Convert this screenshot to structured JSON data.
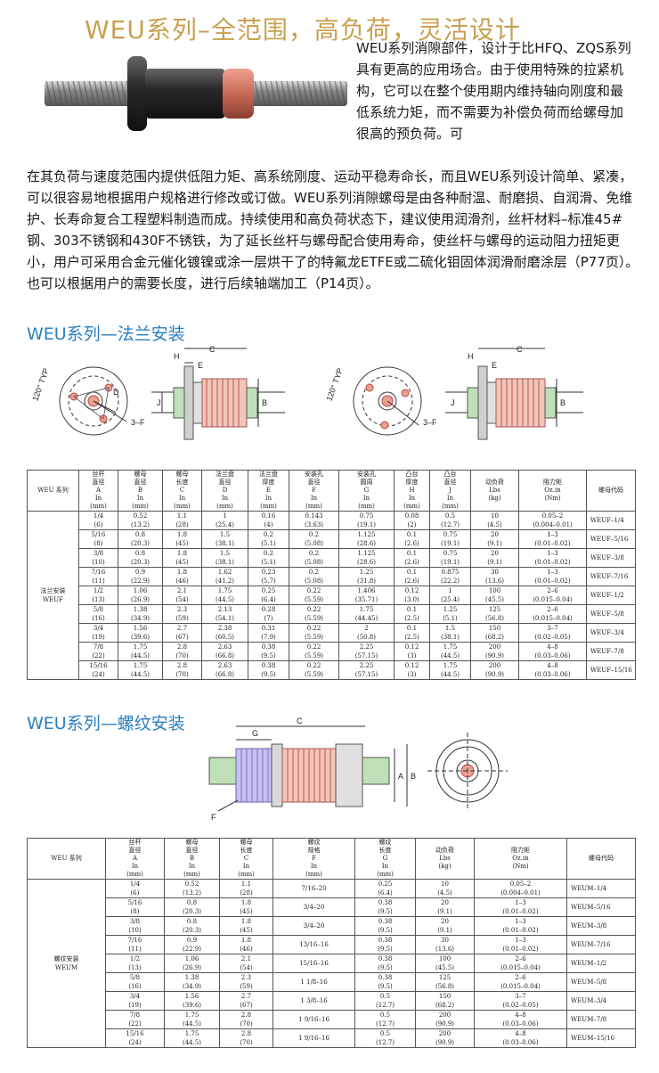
{
  "title": "WEU系列–全范围，高负荷，灵活设计",
  "intro_side": "WEU系列消隙部件，设计于比HFQ、ZQS系列具有更高的应用场合。由于使用特殊的拉紧机构，它可以在整个使用期内维持轴向刚度和最低系统力矩，而不需要为补偿负荷而给螺母加很高的预负荷。可",
  "intro_full": "在其负荷与速度范围内提供低阻力矩、高系统刚度、运动平稳寿命长，而且WEU系列设计简单、紧凑，可以很容易地根据用户规格进行修改或订做。WEU系列消隙螺母是由各种耐温、耐磨损、自润滑、免维护、长寿命复合工程塑料制造而成。持续使用和高负荷状态下，建议使用润滑剂，丝杆材料–标准45#钢、303不锈钢和430F不锈铁，为了延长丝杆与螺母配合使用寿命，使丝杆与螺母的运动阻力扭矩更小，用户可采用合金元催化镀镍或涂一层烘干了的特氟龙ETFE或二硫化钼固体润滑耐磨涂层（P77页）。          也可以根据用户的需要长度，进行后续轴端加工（P14页）。",
  "section1": "WEU系列—法兰安装",
  "section2": "WEU系列—螺纹安装",
  "fig_labels": {
    "C": "C",
    "H": "H",
    "E": "E",
    "D": "D",
    "J": "J",
    "B": "B",
    "A": "A",
    "F3": "3–F",
    "G": "G",
    "F": "F",
    "typ": "120° TYP"
  },
  "table1": {
    "series_label": "WEU 系列",
    "headers": [
      [
        "丝杆",
        "直径",
        "A",
        "In",
        "(mm)"
      ],
      [
        "螺母",
        "直径",
        "B",
        "In",
        "(mm)"
      ],
      [
        "螺母",
        "长度",
        "C",
        "In",
        "(mm)"
      ],
      [
        "法兰盘",
        "直径",
        "D",
        "In",
        "(mm)"
      ],
      [
        "法兰盘",
        "厚度",
        "E",
        "In",
        "(mm)"
      ],
      [
        "安装孔",
        "直径",
        "F",
        "In",
        "(mm)"
      ],
      [
        "安装孔",
        "圆周",
        "G",
        "In",
        "(mm)"
      ],
      [
        "凸台",
        "厚度",
        "H",
        "In",
        "(mm)"
      ],
      [
        "凸台",
        "直径",
        "J",
        "In",
        "(mm)"
      ],
      [
        "动负荷",
        "",
        "",
        "Lbs",
        "(kg)"
      ],
      [
        "阻力矩",
        "",
        "",
        "Oz.in",
        "(Nm)"
      ]
    ],
    "code_header": "螺母代码",
    "group_label": [
      "法兰安装",
      "WEUF"
    ],
    "rows": [
      [
        "1/4",
        "(6)",
        "0.52",
        "(13.2)",
        "1.1",
        "(28)",
        "1",
        "(25.4)",
        "0.16",
        "(4)",
        "0.143",
        "(3.63)",
        "0.75",
        "(19.1)",
        "0.08",
        "(2)",
        "0.5",
        "(12.7)",
        "10",
        "(4.5)",
        "0.05–2",
        "(0.004–0.01)",
        "WEUF–1/4"
      ],
      [
        "5/16",
        "(8)",
        "0.8",
        "(20.3)",
        "1.8",
        "(45)",
        "1.5",
        "(38.1)",
        "0.2",
        "(5.1)",
        "0.2",
        "(5.08)",
        "1.125",
        "(28.6)",
        "0.1",
        "(2.6)",
        "0.75",
        "(19.1)",
        "20",
        "(9.1)",
        "1–3",
        "(0.01–0.02)",
        "WEUF–5/16"
      ],
      [
        "3/8",
        "(10)",
        "0.8",
        "(20.3)",
        "1.8",
        "(45)",
        "1.5",
        "(38.1)",
        "0.2",
        "(5.1)",
        "0.2",
        "(5.08)",
        "1.125",
        "(28.6)",
        "0.1",
        "(2.6)",
        "0.75",
        "(19.1)",
        "20",
        "(9.1)",
        "1–3",
        "(0.01–0.02)",
        "WEUF–3/8"
      ],
      [
        "7/16",
        "(11)",
        "0.9",
        "(22.9)",
        "1.8",
        "(46)",
        "1.62",
        "(41.2)",
        "0.23",
        "(5.7)",
        "0.2",
        "(5.08)",
        "1.25",
        "(31.8)",
        "0.1",
        "(2.6)",
        "0.875",
        "(22.2)",
        "30",
        "(13.6)",
        "1–3",
        "(0.01–0.02)",
        "WEUF–7/16"
      ],
      [
        "1/2",
        "(13)",
        "1.06",
        "(26.9)",
        "2.1",
        "(54)",
        "1.75",
        "(44.5)",
        "0.25",
        "(6.4)",
        "0.22",
        "(5.59)",
        "1.406",
        "(35.71)",
        "0.12",
        "(3.0)",
        "1",
        "(25.4)",
        "100",
        "(45.5)",
        "2–6",
        "(0.015–0.04)",
        "WEUF–1/2"
      ],
      [
        "5/8",
        "(16)",
        "1.38",
        "(34.9)",
        "2.3",
        "(59)",
        "2.13",
        "(54.1)",
        "0.28",
        "(7)",
        "0.22",
        "(5.59)",
        "1.75",
        "(44.45)",
        "0.1",
        "(2.5)",
        "1.25",
        "(5.1)",
        "125",
        "(56.8)",
        "2–6",
        "(0.015–0.04)",
        "WEUF–5/8"
      ],
      [
        "3/4",
        "(19)",
        "1.56",
        "(39.6)",
        "2.7",
        "(67)",
        "2.38",
        "(60.5)",
        "0.31",
        "(7.9)",
        "0.22",
        "(5.59)",
        "2",
        "(50.8)",
        "0.1",
        "(2.5)",
        "1.5",
        "(38.1)",
        "150",
        "(68.2)",
        "3–7",
        "(0.02–0.05)",
        "WEUF–3/4"
      ],
      [
        "7/8",
        "(22)",
        "1.75",
        "(44.5)",
        "2.8",
        "(70)",
        "2.63",
        "(66.8)",
        "0.38",
        "(9.5)",
        "0.22",
        "(5.59)",
        "2.25",
        "(57.15)",
        "0.12",
        "(3)",
        "1.75",
        "(44.5)",
        "200",
        "(90.9)",
        "4–8",
        "(0.03–0.06)",
        "WEUF–7/8"
      ],
      [
        "15/16",
        "(24)",
        "1.75",
        "(44.5)",
        "2.8",
        "(70)",
        "2.63",
        "(66.8)",
        "0.38",
        "(9.5)",
        "0.22",
        "(5.59)",
        "2.25",
        "(57.15)",
        "0.12",
        "(3)",
        "1.75",
        "(44.5)",
        "200",
        "(90.9)",
        "4–8",
        "(0.03–0.06)",
        "WEUF–15/16"
      ]
    ]
  },
  "table2": {
    "series_label": "WEU 系列",
    "headers": [
      [
        "丝杆",
        "直径",
        "A",
        "In",
        "(mm)"
      ],
      [
        "螺母",
        "直径",
        "B",
        "In",
        "(mm)"
      ],
      [
        "螺母",
        "长度",
        "C",
        "In",
        "(mm)"
      ],
      [
        "螺纹",
        "规格",
        "F",
        "In",
        "(mm)"
      ],
      [
        "螺纹",
        "长度",
        "G",
        "In",
        "(mm)"
      ],
      [
        "动负荷",
        "",
        "",
        "Lbs",
        "(kg)"
      ],
      [
        "阻力矩",
        "",
        "",
        "Oz.in",
        "(Nm)"
      ]
    ],
    "code_header": "螺母代码",
    "group_label": [
      "螺纹安装",
      "WEUM"
    ],
    "rows": [
      [
        "1/4",
        "(6)",
        "0.52",
        "(13.2)",
        "1.1",
        "(28)",
        "7/16–20",
        "0.25",
        "(6.4)",
        "10",
        "(4.5)",
        "0.05–2",
        "(0.004–0.01)",
        "WEUM–1/4"
      ],
      [
        "5/16",
        "(8)",
        "0.8",
        "(20.3)",
        "1.8",
        "(45)",
        "3/4–20",
        "0.38",
        "(9.5)",
        "20",
        "(9.1)",
        "1–3",
        "(0.01–0.02)",
        "WEUM–5/16"
      ],
      [
        "3/8",
        "(10)",
        "0.8",
        "(20.3)",
        "1.8",
        "(45)",
        "3/4–20",
        "0.38",
        "(9.5)",
        "20",
        "(9.1)",
        "1–3",
        "(0.01–0.02)",
        "WEUM–3/8"
      ],
      [
        "7/16",
        "(11)",
        "0.9",
        "(22.9)",
        "1.8",
        "(46)",
        "13/16–16",
        "0.38",
        "(9.5)",
        "30",
        "(13.6)",
        "1–3",
        "(0.01–0.02)",
        "WEUM–7/16"
      ],
      [
        "1/2",
        "(13)",
        "1.06",
        "(26.9)",
        "2.1",
        "(54)",
        "15/16–16",
        "0.38",
        "(9.5)",
        "100",
        "(45.5)",
        "2–6",
        "(0.015–0.04)",
        "WEUM–1/2"
      ],
      [
        "5/8",
        "(16)",
        "1.38",
        "(34.9)",
        "2.3",
        "(59)",
        "1 1/8–16",
        "0.38",
        "(9.5)",
        "125",
        "(56.8)",
        "2–6",
        "(0.015–0.04)",
        "WEUM–5/8"
      ],
      [
        "3/4",
        "(19)",
        "1.56",
        "(39.6)",
        "2.7",
        "(67)",
        "1 3/8–16",
        "0.5",
        "(12.7)",
        "150",
        "(68.2)",
        "3–7",
        "(0.02–0.05)",
        "WEUM–3/4"
      ],
      [
        "7/8",
        "(22)",
        "1.75",
        "(44.5)",
        "2.8",
        "(70)",
        "1 9/16–16",
        "0.5",
        "(12.7)",
        "200",
        "(90.9)",
        "4–8",
        "(0.03–0.06)",
        "WEUM–7/8"
      ],
      [
        "15/16",
        "(24)",
        "1.75",
        "(44.5)",
        "2.8",
        "(70)",
        "1 9/16–16",
        "0.5",
        "(12.7)",
        "200",
        "(90.9)",
        "4–8",
        "(0.03–0.06)",
        "WEUM–15/16"
      ]
    ]
  }
}
